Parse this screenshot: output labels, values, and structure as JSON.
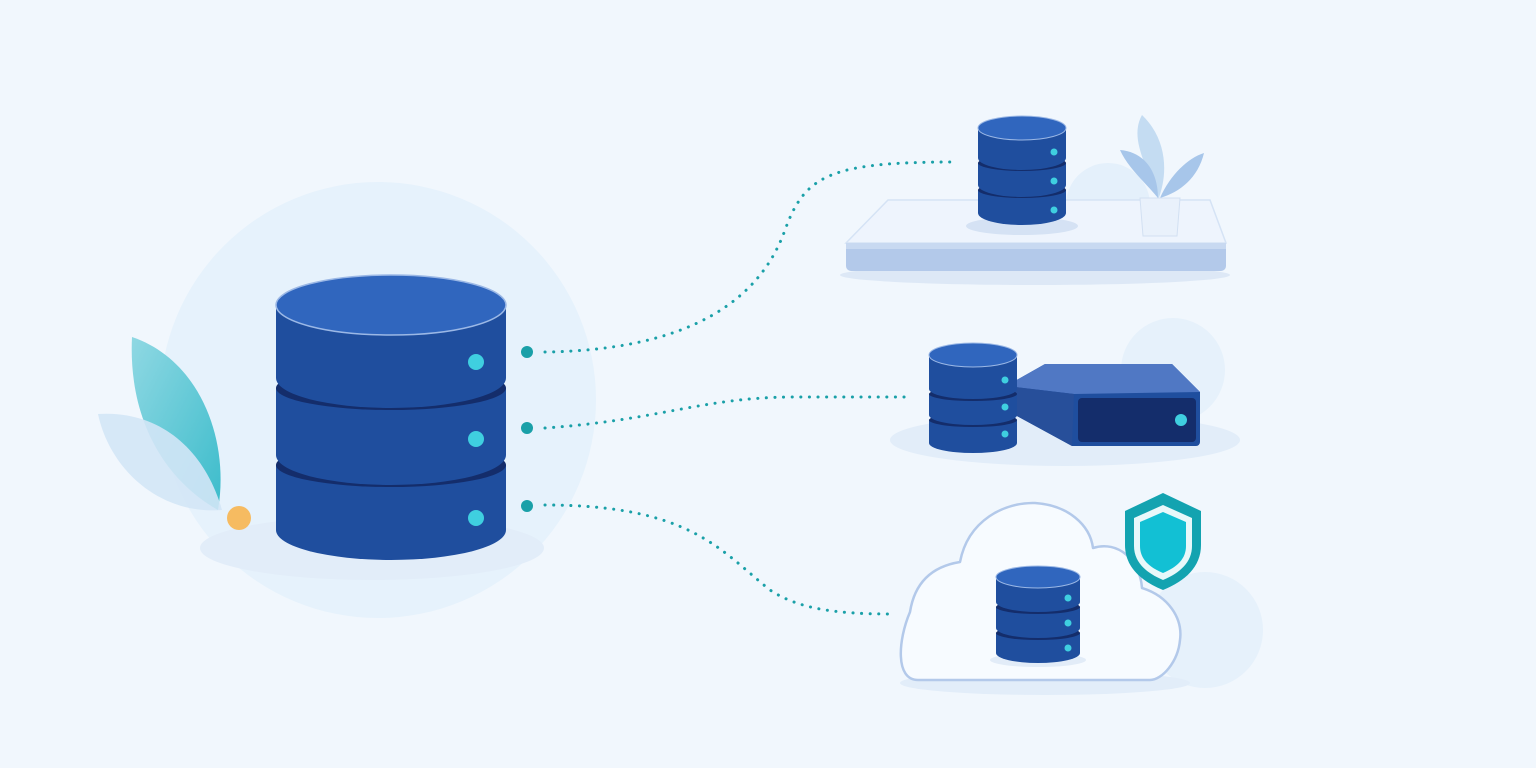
{
  "diagram": {
    "kind": "database-replication-illustration",
    "source_node": "primary-database",
    "targets": [
      {
        "id": "shelf-database",
        "icon": "database-on-shelf"
      },
      {
        "id": "on-premise-database",
        "icon": "database-with-server-box"
      },
      {
        "id": "cloud-database",
        "icon": "database-in-cloud-with-shield"
      }
    ],
    "connections": [
      {
        "from": "primary-database",
        "to": "shelf-database",
        "style": "dotted"
      },
      {
        "from": "primary-database",
        "to": "on-premise-database",
        "style": "dotted"
      },
      {
        "from": "primary-database",
        "to": "cloud-database",
        "style": "dotted"
      }
    ],
    "decorations": [
      "leaf-icon",
      "plant-icon",
      "shield-icon"
    ]
  },
  "colors": {
    "background": "#f1f7fd",
    "db_body": "#1f4e9e",
    "db_top": "#3066be",
    "db_band": "#142d6b",
    "indicator": "#3fcfe0",
    "connector": "#1aa0a8",
    "orange_dot": "#f6bb61",
    "shield_outer": "#13a3b0",
    "shield_inner": "#12c0d4",
    "shelf_top": "#eef4fd",
    "shelf_front": "#b3c9ea"
  }
}
